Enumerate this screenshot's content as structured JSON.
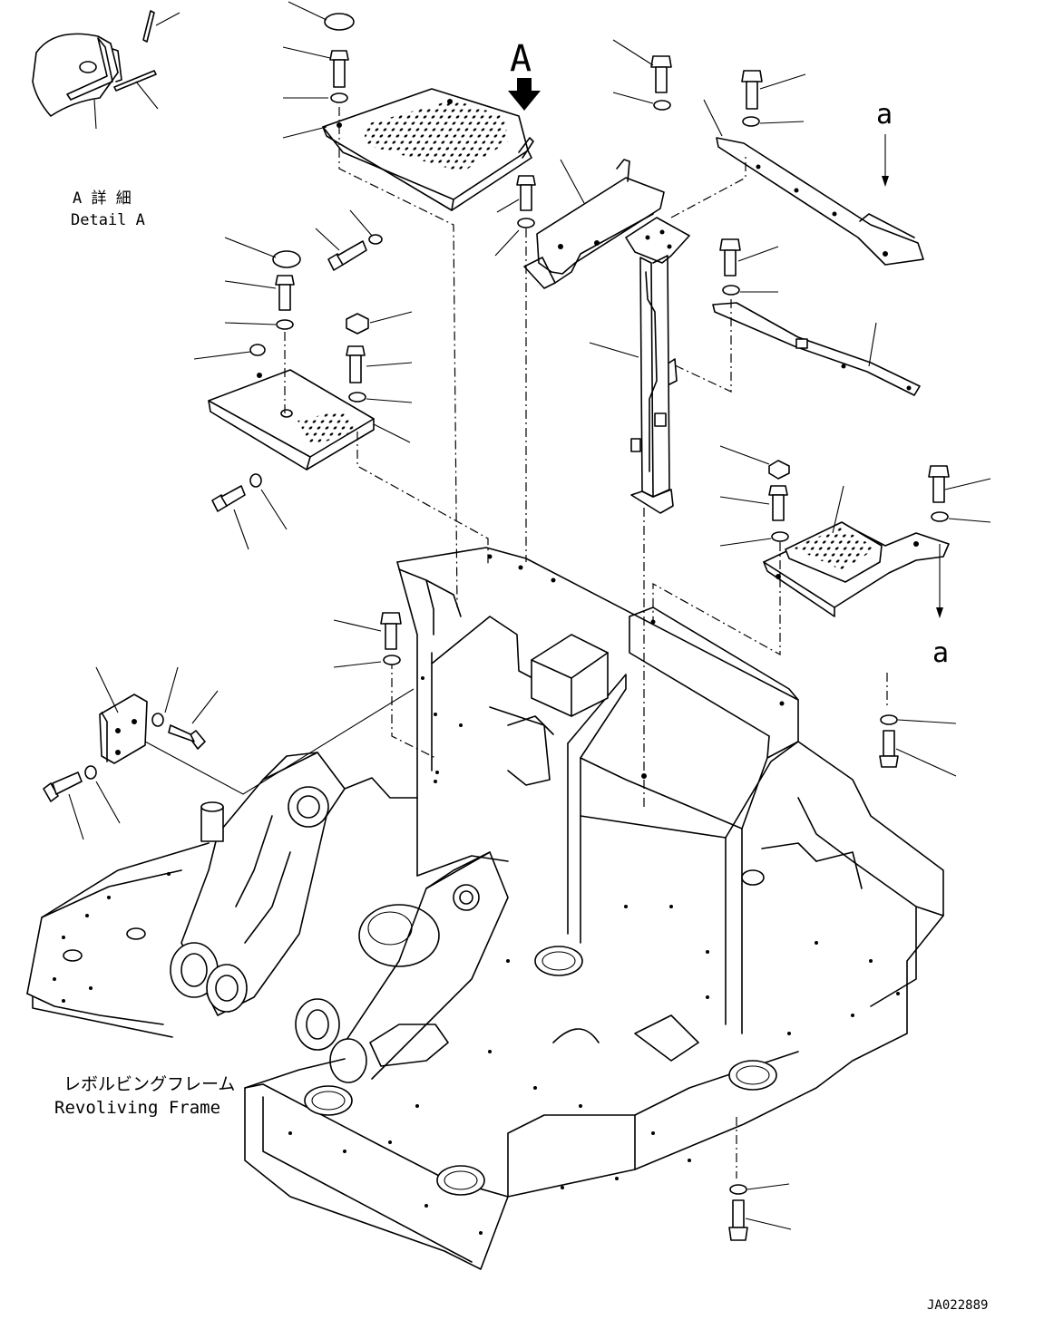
{
  "diagram": {
    "view_label": "A",
    "detail_label_jp": "A 詳 細",
    "detail_label_en": "Detail A",
    "section_label_top": "a",
    "section_label_bottom": "a",
    "frame_label_jp": "レボルビングフレーム",
    "frame_label_en": "Revoliving Frame",
    "drawing_code": "JA022889"
  }
}
